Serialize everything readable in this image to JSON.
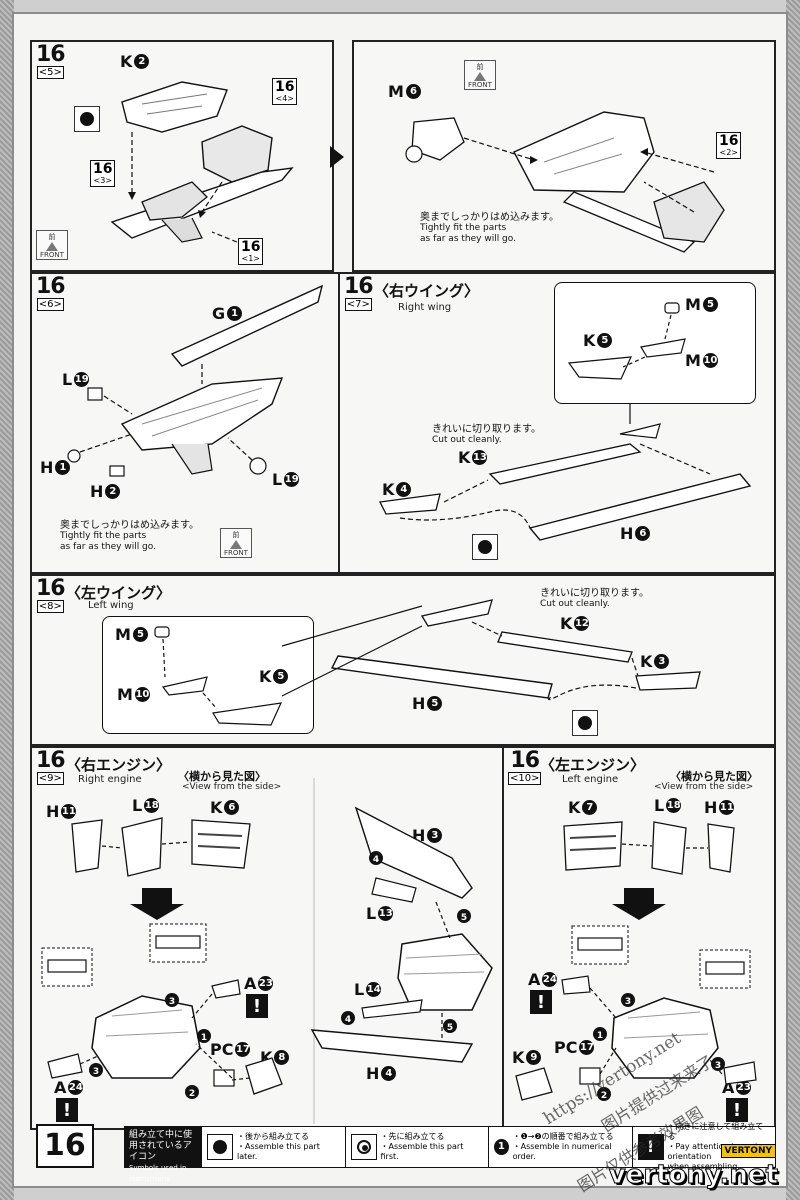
{
  "page_number": "16",
  "sections": {
    "s5": {
      "step": "16",
      "sub": "<5>",
      "parts": {
        "k2": "K",
        "k2n": "2",
        "b4": "16",
        "b4s": "<4>",
        "b3": "16",
        "b3s": "<3>",
        "b1": "16",
        "b1s": "<1>"
      },
      "front_jp": "前",
      "front_en": "FRONT"
    },
    "s5b": {
      "parts": {
        "m6": "M",
        "m6n": "6",
        "b2": "16",
        "b2s": "<2>"
      },
      "note_jp": "奥までしっかりはめ込みます。",
      "note_en1": "Tightly fit the parts",
      "note_en2": "as far as they will go.",
      "front_jp": "前",
      "front_en": "FRONT"
    },
    "s6": {
      "step": "16",
      "sub": "<6>",
      "parts": {
        "g1": "G",
        "g1n": "1",
        "l19a": "L",
        "l19an": "19",
        "h1": "H",
        "h1n": "1",
        "h2": "H",
        "h2n": "2",
        "l19b": "L",
        "l19bn": "19"
      },
      "note_jp": "奥までしっかりはめ込みます。",
      "note_en1": "Tightly fit the parts",
      "note_en2": "as far as they will go.",
      "front_jp": "前",
      "front_en": "FRONT"
    },
    "s7": {
      "step": "16",
      "sub": "<7>",
      "title_jp": "〈右ウイング〉",
      "title_en": "Right wing",
      "parts": {
        "m5": "M",
        "m5n": "5",
        "k5": "K",
        "k5n": "5",
        "m10": "M",
        "m10n": "10",
        "k13": "K",
        "k13n": "13",
        "k4": "K",
        "k4n": "4",
        "h6": "H",
        "h6n": "6"
      },
      "note_jp": "きれいに切り取ります。",
      "note_en": "Cut out cleanly."
    },
    "s8": {
      "step": "16",
      "sub": "<8>",
      "title_jp": "〈左ウイング〉",
      "title_en": "Left wing",
      "parts": {
        "m5": "M",
        "m5n": "5",
        "m10": "M",
        "m10n": "10",
        "k5": "K",
        "k5n": "5",
        "k12": "K",
        "k12n": "12",
        "k3": "K",
        "k3n": "3",
        "h5": "H",
        "h5n": "5"
      },
      "note_jp": "きれいに切り取ります。",
      "note_en": "Cut out cleanly."
    },
    "s9": {
      "step": "16",
      "sub": "<9>",
      "title_jp": "〈右エンジン〉",
      "title_en": "Right engine",
      "side_jp": "〈横から見た図〉",
      "side_en": "<View from the side>",
      "parts": {
        "h11": "H",
        "h11n": "11",
        "l18": "L",
        "l18n": "18",
        "k6": "K",
        "k6n": "6",
        "a23": "A",
        "a23n": "23",
        "a24": "A",
        "a24n": "24",
        "pc17": "PC",
        "pc17n": "17",
        "k8": "K",
        "k8n": "8"
      },
      "center": {
        "h3": "H",
        "h3n": "3",
        "l13": "L",
        "l13n": "13",
        "l14": "L",
        "l14n": "14",
        "h4": "H",
        "h4n": "4"
      }
    },
    "s10": {
      "step": "16",
      "sub": "<10>",
      "title_jp": "〈左エンジン〉",
      "title_en": "Left engine",
      "side_jp": "〈横から見た図〉",
      "side_en": "<View from the side>",
      "parts": {
        "k7": "K",
        "k7n": "7",
        "l18": "L",
        "l18n": "18",
        "h11": "H",
        "h11n": "11",
        "a24": "A",
        "a24n": "24",
        "k9": "K",
        "k9n": "9",
        "pc17": "PC",
        "pc17n": "17",
        "a23": "A",
        "a23n": "23"
      }
    }
  },
  "legend": {
    "head_jp": "組み立て中に使用されているアイコン",
    "head_en": "Symbols used in instructions",
    "later_jp": "・後から組み立てる",
    "later_en": "・Assemble this part later.",
    "first_jp": "・先に組み立てる",
    "first_en": "・Assemble this part first.",
    "order_jp": "・❶→❷の順番で組み立てる",
    "order_en": "・Assemble in numerical order.",
    "caution_jp": "・向きに注意して組み立てる",
    "caution_en1": "・Pay attention to part orientation",
    "caution_en2": "when assembling."
  },
  "watermarks": {
    "url": "https://vertony.net",
    "line1": "图片提供过来来了",
    "line2": "图片仅供参考效果图",
    "brand": "vertony.net",
    "brand_tag": "VERTONY"
  },
  "colors": {
    "ink": "#111111",
    "paper": "#f7f7f5",
    "accent": "#f2c300"
  }
}
